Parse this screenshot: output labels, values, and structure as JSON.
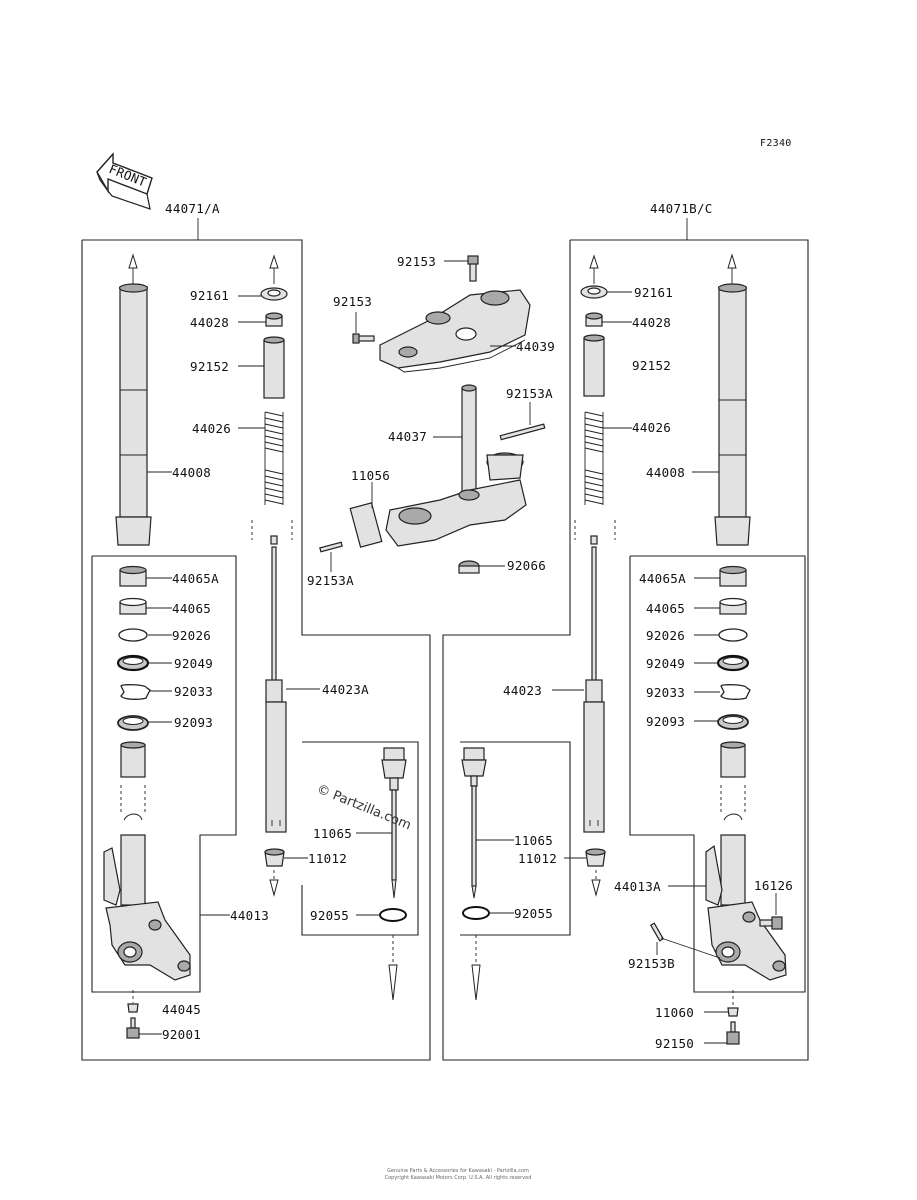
{
  "figure_code": "F2340",
  "front_label": "FRONT",
  "watermark": "© Partzilla.com",
  "footer": [
    "Genuine Parts & Accessories for Kawasaki - Partzilla.com",
    "Copyright Kawasaki Motors Corp. U.S.A. All rights reserved"
  ],
  "parts": {
    "p44071A": "44071/A",
    "p44071BC": "44071B/C",
    "p92161": "92161",
    "p44028": "44028",
    "p92152": "92152",
    "p44026": "44026",
    "p44008": "44008",
    "p44065A": "44065A",
    "p44065": "44065",
    "p92026": "92026",
    "p92049": "92049",
    "p92033": "92033",
    "p92093": "92093",
    "p44023A": "44023A",
    "p44023": "44023",
    "p11065": "11065",
    "p11012": "11012",
    "p92055": "92055",
    "p44013": "44013",
    "p44013A": "44013A",
    "p44045": "44045",
    "p92001": "92001",
    "p92153": "92153",
    "p44039": "44039",
    "p44037": "44037",
    "p92153A": "92153A",
    "p11056": "11056",
    "p92066": "92066",
    "p16126": "16126",
    "p92153B": "92153B",
    "p11060": "11060",
    "p92150": "92150"
  }
}
